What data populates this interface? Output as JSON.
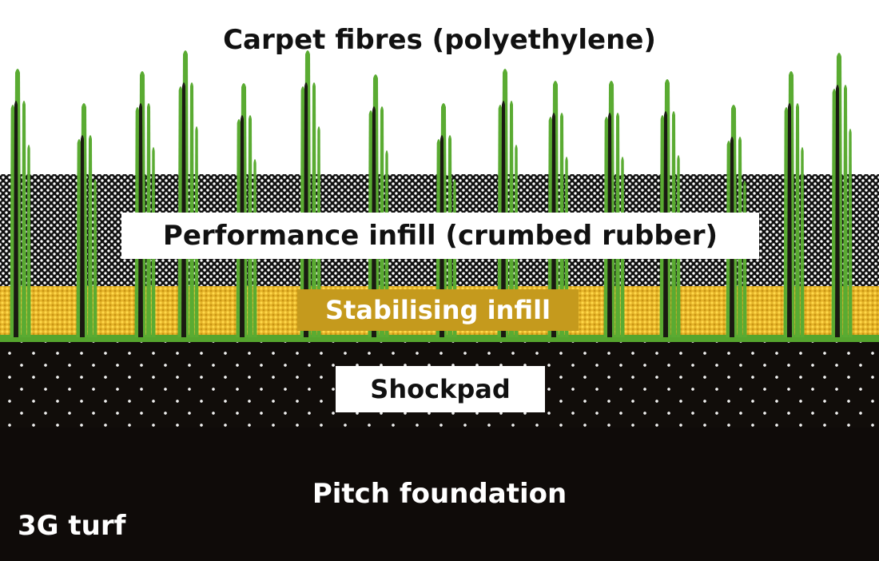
{
  "diagram": {
    "title": "Carpet fibres (polyethylene)",
    "caption": "3G turf",
    "layers": [
      {
        "id": "performance",
        "label": "Performance infill (crumbed rubber)"
      },
      {
        "id": "stabilising",
        "label": "Stabilising infill"
      },
      {
        "id": "shockpad",
        "label": "Shockpad"
      },
      {
        "id": "foundation",
        "label": "Pitch foundation"
      }
    ],
    "colors": {
      "grass": "#5aab32",
      "grass_dark": "#1a1a12",
      "stabilising": "#e6b52a",
      "stabilising_label_bg": "#c59a1d",
      "foundation": "#0f0b09"
    }
  }
}
